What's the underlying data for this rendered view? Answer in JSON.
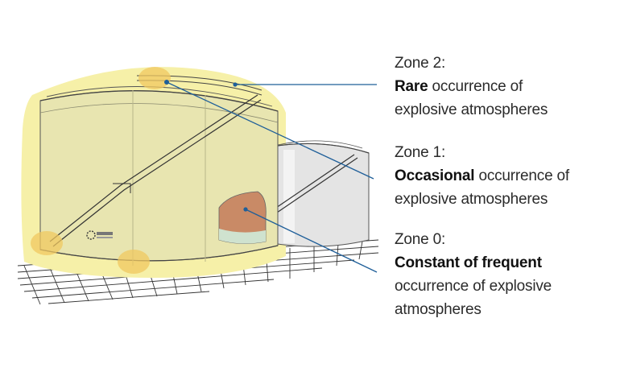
{
  "zones": [
    {
      "id": "zone2",
      "title": "Zone 2:",
      "emphasis": "Rare",
      "rest": " occurrence of",
      "line2": "explosive atmospheres",
      "line3": ""
    },
    {
      "id": "zone1",
      "title": "Zone 1:",
      "emphasis": "Occasional",
      "rest": " occurrence of",
      "line2": "explosive atmospheres",
      "line3": ""
    },
    {
      "id": "zone0",
      "title": "Zone 0:",
      "emphasis": "Constant of frequent",
      "rest": "",
      "line2": "occurrence of explosive",
      "line3": "atmospheres"
    }
  ],
  "colors": {
    "zone2_halo": "#f6f0a8",
    "tank_main": "#e9e6b2",
    "tank_secondary": "#dcdcdc",
    "leader_line": "#1f5f99",
    "zone0_fill": "#c98a66",
    "liquid": "#cfe2cf"
  },
  "icons": [
    "tank-logo-icon"
  ]
}
